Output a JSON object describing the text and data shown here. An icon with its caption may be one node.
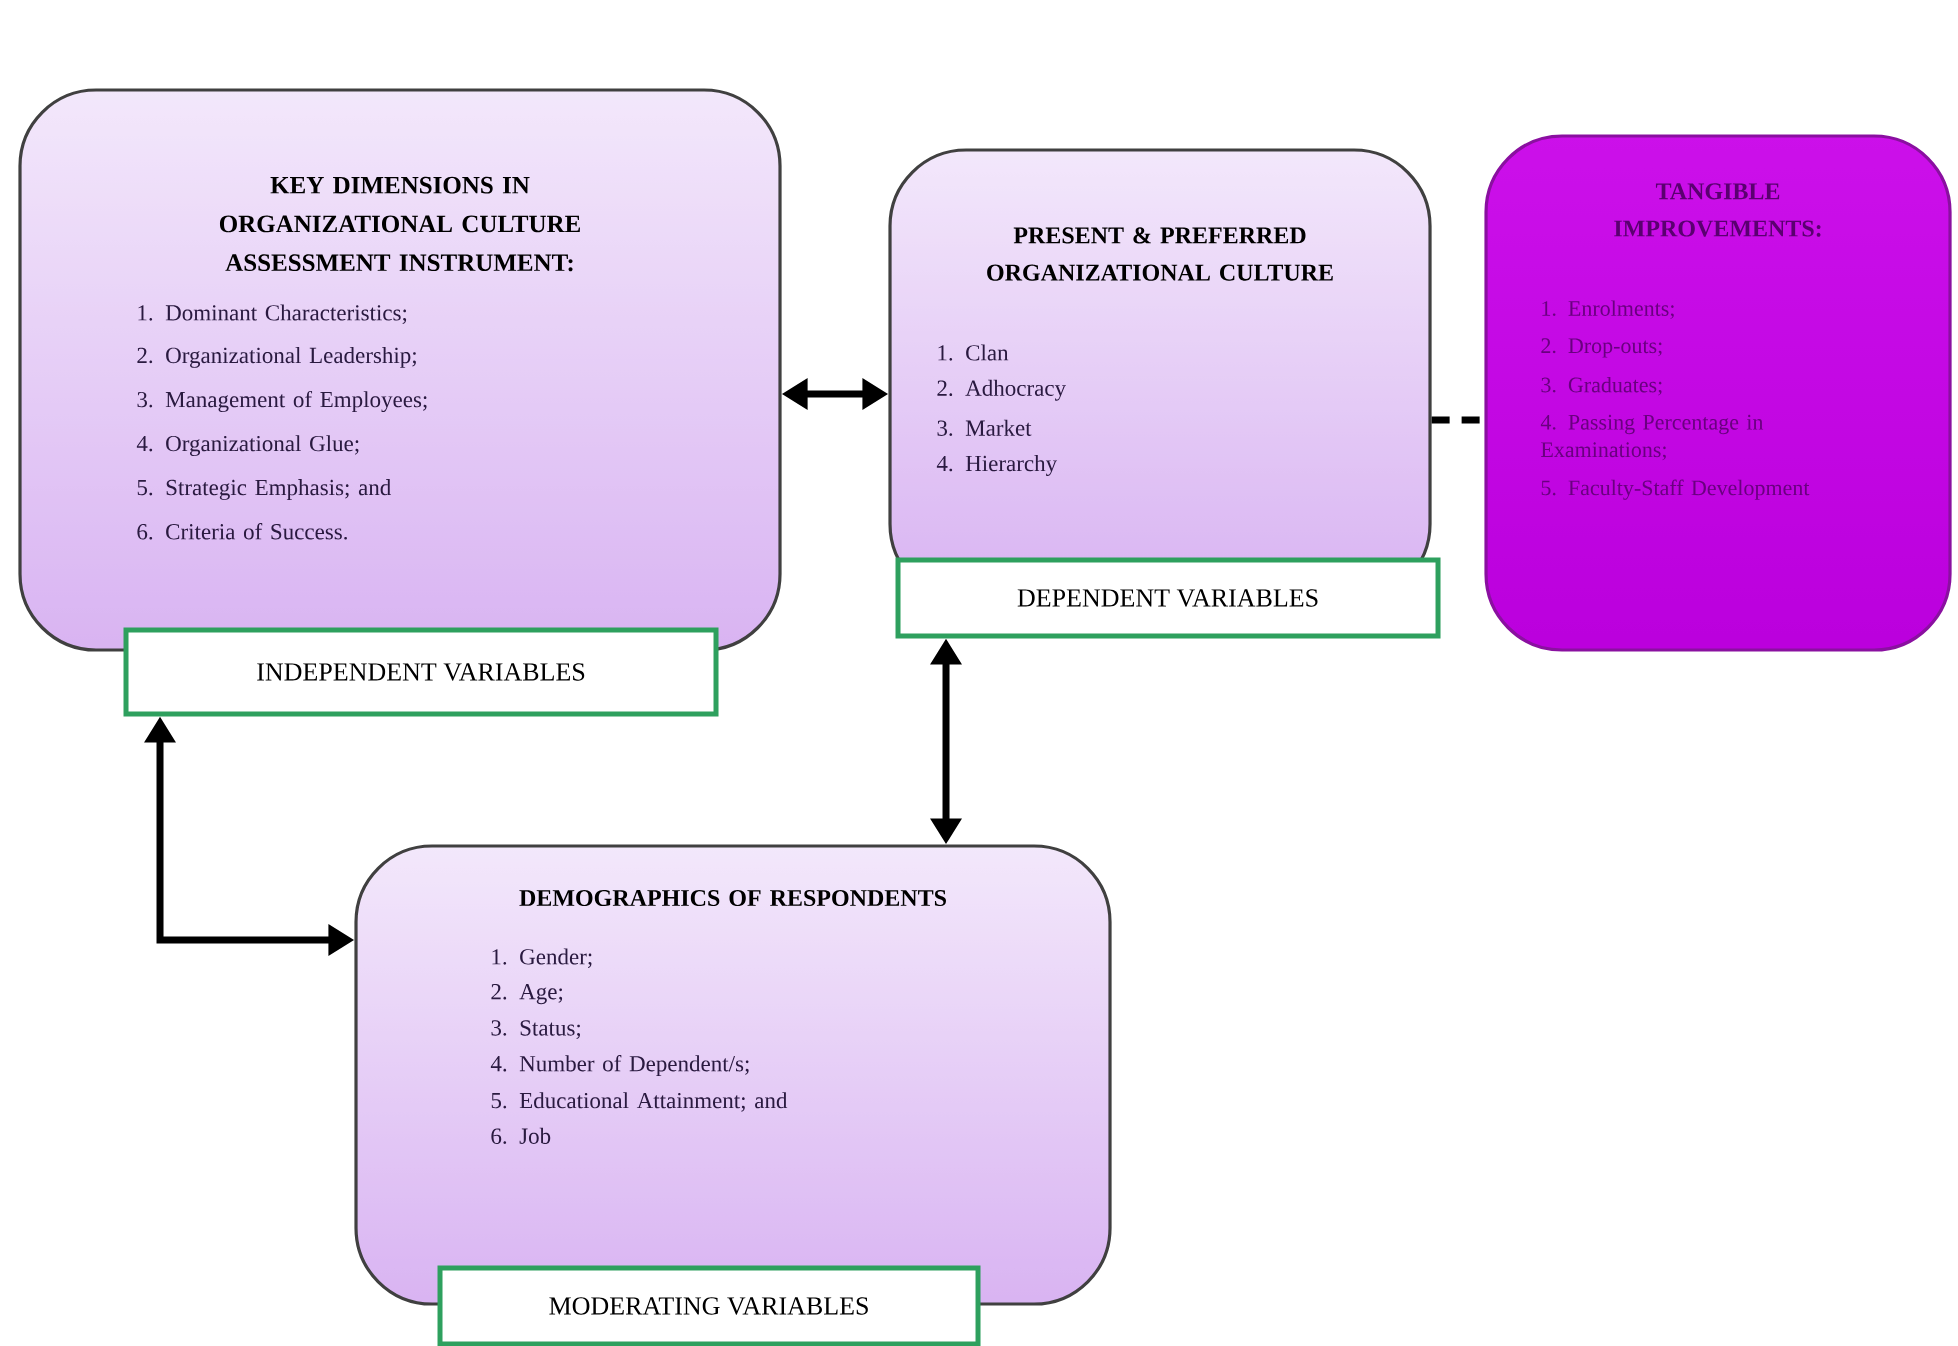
{
  "diagram": {
    "nodes": [
      {
        "text": [
          "KEY DIMENSIONS IN ORGANIZATIONAL CULTURE ASSESSMENT INSTRUMENT:",
          "1. Dominant Characteristics;",
          "2. Organizational Leadership;",
          "3. Management of Employees;",
          "4. Organizational Glue;",
          "5. Strategic Emphasis; and",
          "6. Criteria of Success."
        ]
      },
      {
        "text": [
          "INDEPENDENT VARIABLES"
        ]
      },
      {
        "text": [
          "PRESENT & PREFERRED ORGANIZATIONAL CULTURE",
          "1. Clan",
          "2. Adhocracy",
          "3. Market",
          "4. Hierarchy"
        ]
      },
      {
        "text": [
          "DEPENDENT VARIABLES"
        ]
      },
      {
        "text": [
          "TANGIBLE IMPROVEMENTS:",
          "1. Enrolments;",
          "2. Drop-outs;",
          "3. Graduates;",
          "4. Passing Percentage in Examinations;",
          "5. Faculty-Staff Development"
        ]
      },
      {
        "text": [
          "DEMOGRAPHICS OF RESPONDENTS",
          "1. Gender;",
          "2. Age;",
          "3. Status;",
          "4. Number of Dependent/s;",
          "5. Educational Attainment; and",
          "6. Job"
        ]
      },
      {
        "text": [
          "MODERATING VARIABLES"
        ]
      }
    ],
    "edges": [
      {
        "from": 0,
        "to": 2,
        "arrow": "both"
      },
      {
        "from": 2,
        "to": 4,
        "arrow": "none",
        "style": "dashed"
      },
      {
        "from": 1,
        "to": 5,
        "arrow": "both"
      },
      {
        "from": 3,
        "to": 5,
        "arrow": "both"
      }
    ]
  }
}
